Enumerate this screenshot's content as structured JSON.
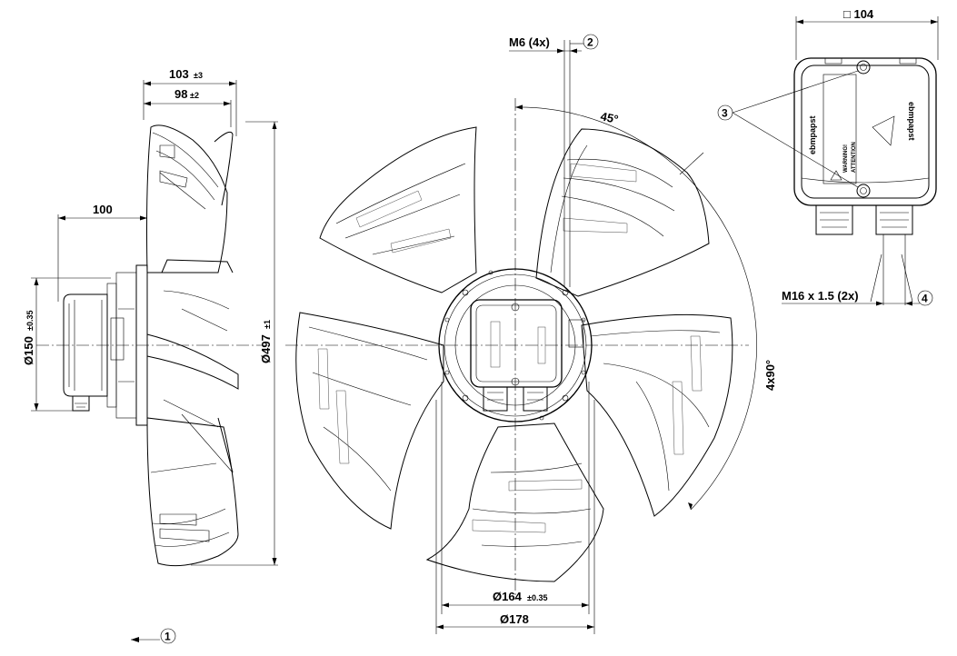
{
  "labels": {
    "m6": "M6 (4x)",
    "angle45": "45°",
    "angle4x90": "4x90°",
    "d497": "Ø497",
    "d497_tol": "±1",
    "d164": "Ø164",
    "d164_tol": "±0.35",
    "d178": "Ø178",
    "d150": "Ø150",
    "d150_tol": "±0.35",
    "w103": "103",
    "w103_tol": "±3",
    "w98": "98",
    "w98_tol": "±2",
    "w100": "100",
    "box104": "□ 104",
    "m16": "M16 x 1.5 (2x)"
  },
  "callouts": [
    "1",
    "2",
    "3",
    "4"
  ],
  "box_markings": {
    "brand": "ebmpapst",
    "warning": "WARNING!",
    "attention": "ATTENTION"
  }
}
